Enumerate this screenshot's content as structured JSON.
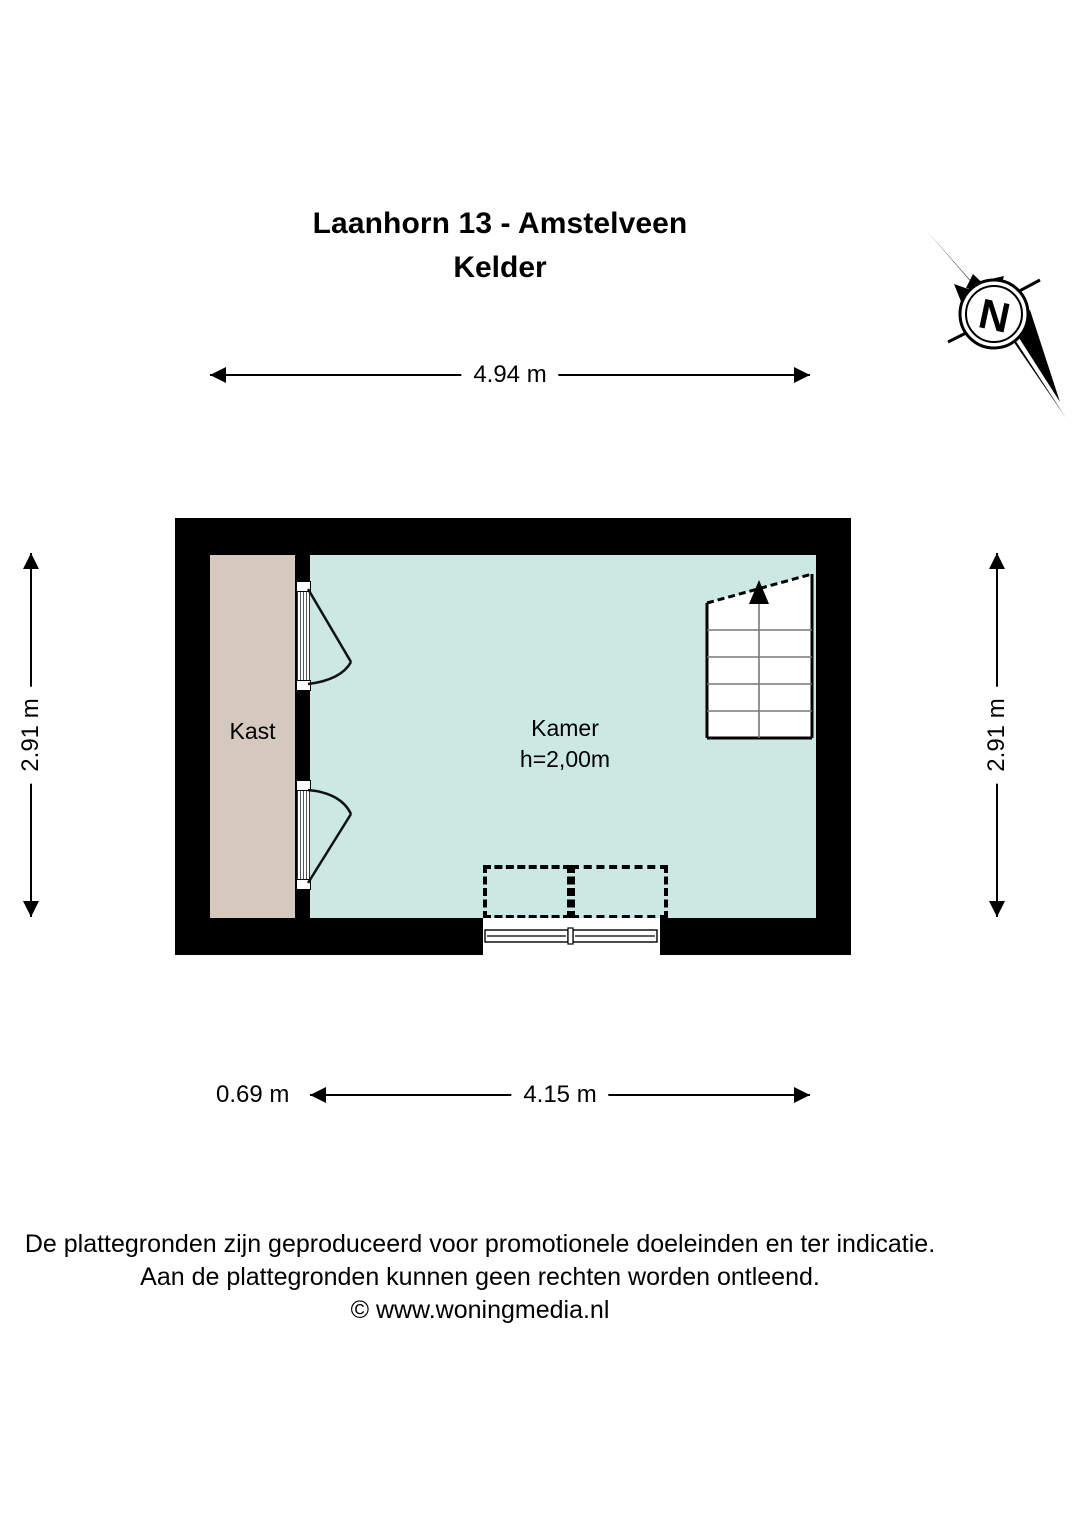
{
  "title": {
    "address": "Laanhorn 13 - Amstelveen",
    "floor": "Kelder"
  },
  "compass": {
    "label": "N",
    "icon": "compass-north-icon"
  },
  "dimensions": {
    "top": "4.94 m",
    "left": "2.91 m",
    "right": "2.91 m",
    "bottom_left": "0.69 m",
    "bottom_main": "4.15 m"
  },
  "rooms": [
    {
      "name": "Kast",
      "height_note": ""
    },
    {
      "name": "Kamer",
      "height_note": "h=2,00m"
    }
  ],
  "labels": {
    "kast": "Kast",
    "kamer": "Kamer",
    "kamer_height": "h=2,00m"
  },
  "features": {
    "stairs": "staircase-up-icon",
    "stair_direction": "up",
    "doors": 2,
    "window": "window-double-icon",
    "niches": 2
  },
  "colors": {
    "wall": "#000000",
    "room_fill": "#cbe8e3",
    "closet_fill": "#d5c9bf",
    "background": "#ffffff",
    "text": "#000000"
  },
  "footer": {
    "line1": "De plattegronden zijn geproduceerd voor promotionele doeleinden en ter indicatie.",
    "line2": "Aan de plattegronden kunnen geen rechten worden ontleend.",
    "line3": "© www.woningmedia.nl"
  }
}
